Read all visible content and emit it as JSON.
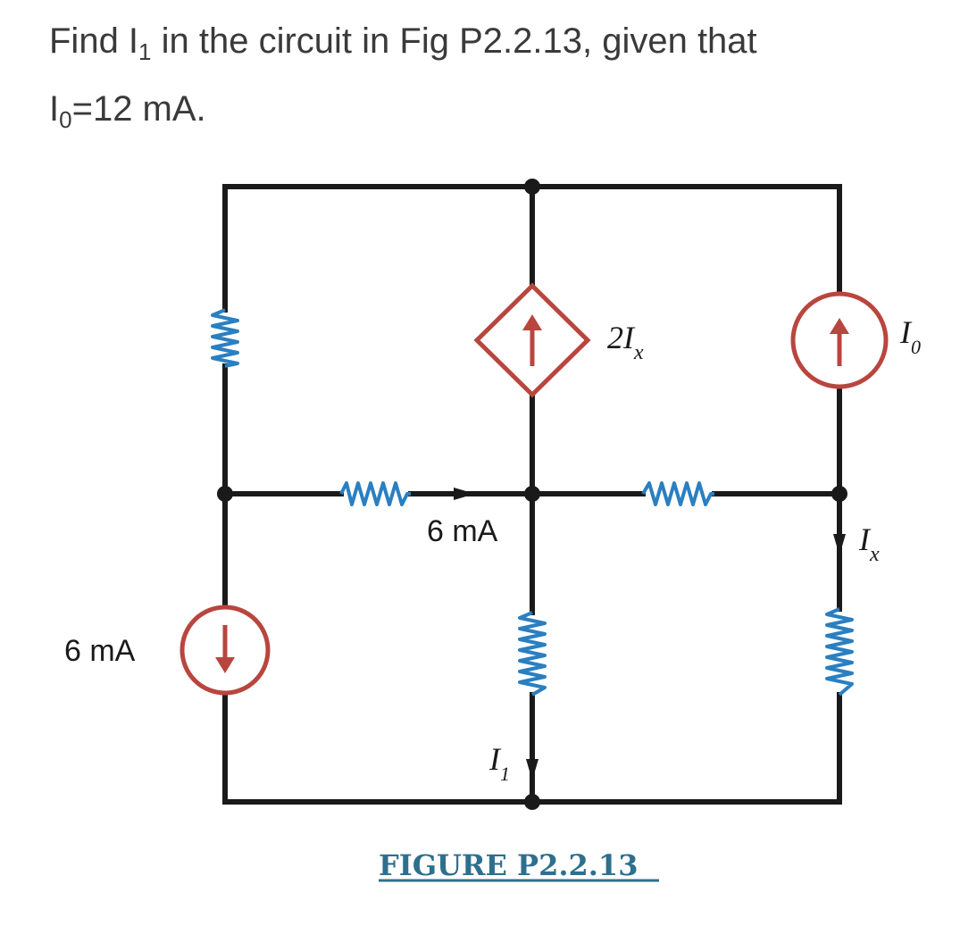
{
  "question": {
    "part1": "Find I",
    "sub1": "1",
    "part2": " in the circuit in Fig P2.2.13, given that",
    "part3": "I",
    "sub2": "0",
    "part4": "=12 mA."
  },
  "figure": {
    "left_source_label": "6 mA",
    "middle_current_label": "6 mA",
    "dependent_source_coeff": "2",
    "dependent_source_var": "I",
    "dependent_source_sub": "x",
    "io_var": "I",
    "io_sub": "0",
    "ix_var": "I",
    "ix_sub": "x",
    "i1_var": "I",
    "i1_sub": "1",
    "caption": "FIGURE P2.2.13"
  },
  "colors": {
    "wire": "#1a1a1a",
    "resistor": "#2a7fc1",
    "source": "#b8463f",
    "caption": "#2d6f8e"
  }
}
